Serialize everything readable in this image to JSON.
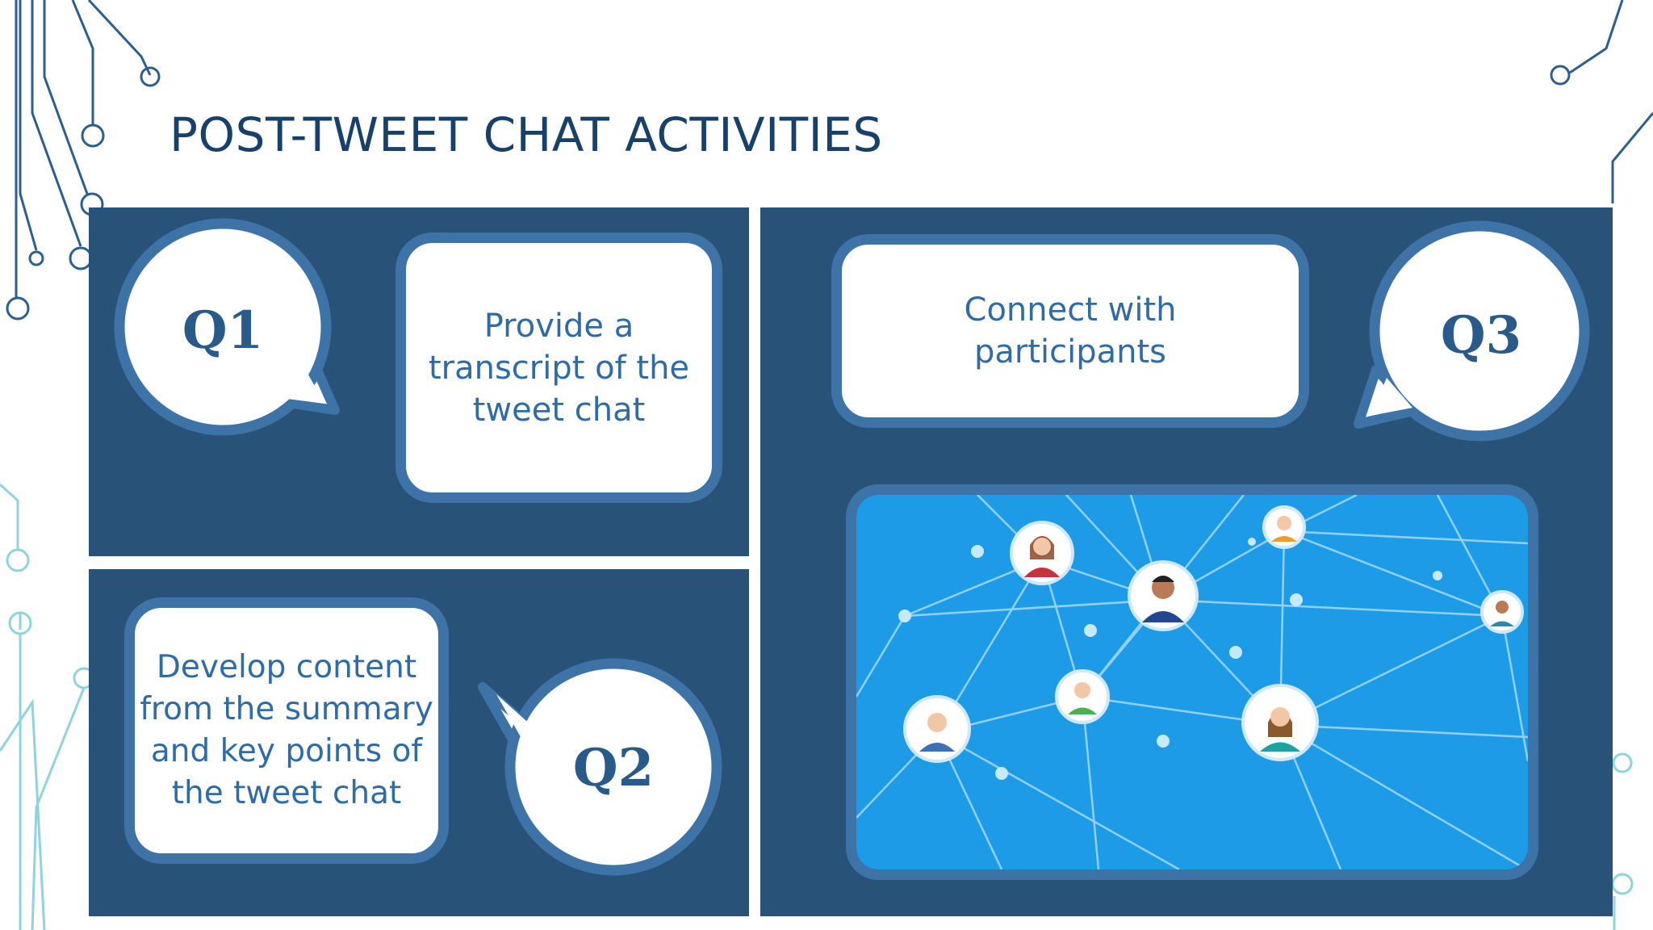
{
  "slide": {
    "title": "POST-TWEET CHAT ACTIVITIES",
    "q1": {
      "label": "Q1",
      "text": "Provide a transcript of the tweet chat"
    },
    "q2": {
      "label": "Q2",
      "text": "Develop content from the summary and key points of the tweet chat"
    },
    "q3": {
      "label": "Q3",
      "text": "Connect with participants"
    }
  },
  "colors": {
    "title": "#17406a",
    "panel": "#285277",
    "card_border": "#3d73a7",
    "card_text": "#2f6ca5",
    "network_bg": "#1e9be6"
  },
  "icons": [
    "circuit-decoration",
    "speech-bubble",
    "people-network-illustration"
  ]
}
